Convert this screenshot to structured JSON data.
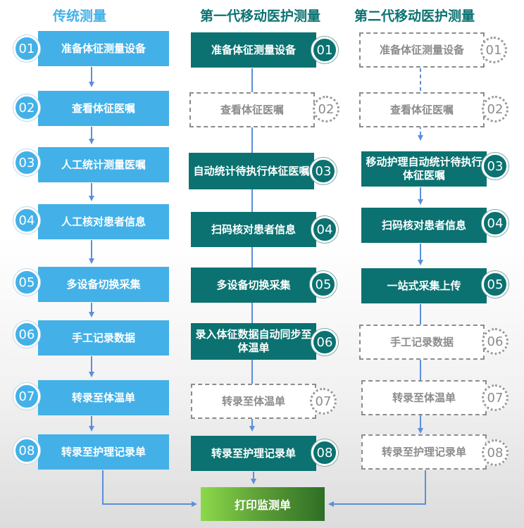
{
  "columns": [
    {
      "title": "传统测量",
      "color": "#43b1e8",
      "steps": [
        {
          "num": "01",
          "label": "准备体征测量设备",
          "style": "blue"
        },
        {
          "num": "02",
          "label": "查看体征医嘱",
          "style": "blue"
        },
        {
          "num": "03",
          "label": "人工统计测量医嘱",
          "style": "blue"
        },
        {
          "num": "04",
          "label": "人工核对患者信息",
          "style": "blue"
        },
        {
          "num": "05",
          "label": "多设备切换采集",
          "style": "blue"
        },
        {
          "num": "06",
          "label": "手工记录数据",
          "style": "blue"
        },
        {
          "num": "07",
          "label": "转录至体温单",
          "style": "blue"
        },
        {
          "num": "08",
          "label": "转录至护理记录单",
          "style": "blue"
        }
      ]
    },
    {
      "title": "第一代移动医护测量",
      "color": "#0b7271",
      "steps": [
        {
          "num": "01",
          "label": "准备体征测量设备",
          "style": "teal"
        },
        {
          "num": "02",
          "label": "查看体征医嘱",
          "style": "dashed"
        },
        {
          "num": "03",
          "label": "自动统计待执行体征医嘱",
          "style": "teal"
        },
        {
          "num": "04",
          "label": "扫码核对患者信息",
          "style": "teal"
        },
        {
          "num": "05",
          "label": "多设备切换采集",
          "style": "teal"
        },
        {
          "num": "06",
          "label": "录入体征数据自动同步至体温单",
          "style": "teal"
        },
        {
          "num": "07",
          "label": "转录至体温单",
          "style": "dashed"
        },
        {
          "num": "08",
          "label": "转录至护理记录单",
          "style": "teal"
        }
      ]
    },
    {
      "title": "第二代移动医护测量",
      "color": "#0b7271",
      "steps": [
        {
          "num": "01",
          "label": "准备体征测量设备",
          "style": "dashed"
        },
        {
          "num": "02",
          "label": "查看体征医嘱",
          "style": "dashed"
        },
        {
          "num": "03",
          "label": "移动护理自动统计待执行体征医嘱",
          "style": "teal"
        },
        {
          "num": "04",
          "label": "扫码核对患者信息",
          "style": "teal"
        },
        {
          "num": "05",
          "label": "一站式采集上传",
          "style": "teal"
        },
        {
          "num": "06",
          "label": "手工记录数据",
          "style": "dashed"
        },
        {
          "num": "07",
          "label": "转录至体温单",
          "style": "dashed"
        },
        {
          "num": "08",
          "label": "转录至护理记录单",
          "style": "dashed"
        }
      ]
    }
  ],
  "final_step": {
    "label": "打印监测单"
  },
  "colors": {
    "arrow": "#5b8fd9",
    "dashed": "#8c8c8c",
    "final_gradient": [
      "#8cd94a",
      "#2f6e25"
    ]
  }
}
